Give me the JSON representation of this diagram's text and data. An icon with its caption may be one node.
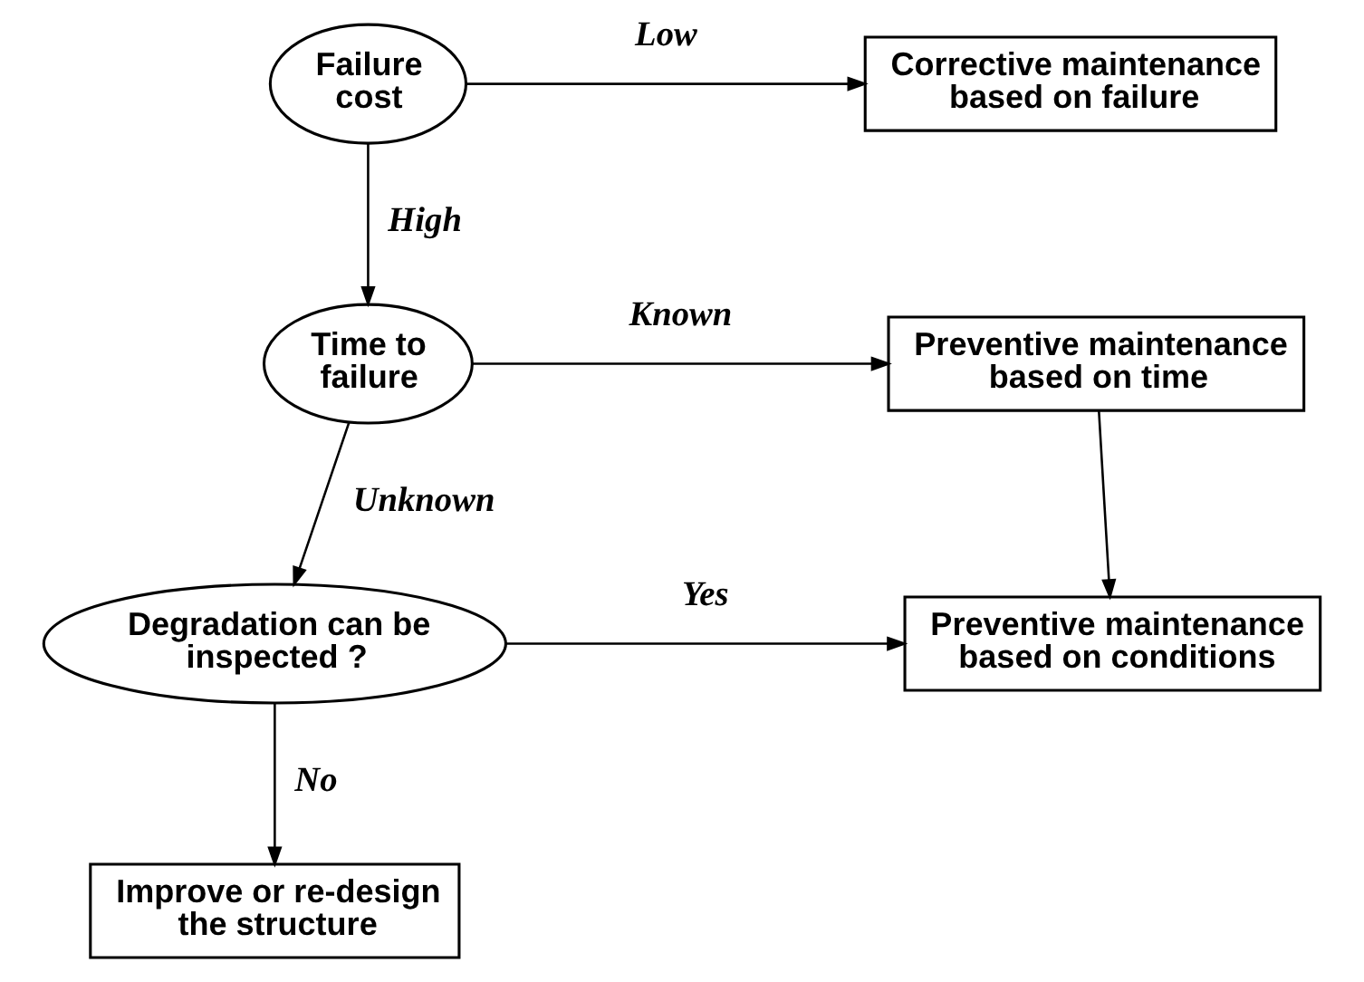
{
  "diagram": {
    "nodes": [
      {
        "text": [
          "Failure cost"
        ]
      },
      {
        "text": [
          "Corrective maintenance based on failure"
        ]
      },
      {
        "text": [
          "Time to failure"
        ]
      },
      {
        "text": [
          "Preventive maintenance based on time"
        ]
      },
      {
        "text": [
          "Degradation can be inspected ?"
        ]
      },
      {
        "text": [
          "Preventive maintenance based on conditions"
        ]
      },
      {
        "text": [
          "Improve or re-design the structure"
        ]
      }
    ],
    "edges": [
      {
        "from": 0,
        "to": 1,
        "arrow": "to",
        "label": "Low"
      },
      {
        "from": 0,
        "to": 2,
        "arrow": "to",
        "label": "High"
      },
      {
        "from": 2,
        "to": 3,
        "arrow": "to",
        "label": "Known"
      },
      {
        "from": 2,
        "to": 4,
        "arrow": "to",
        "label": "Unknown"
      },
      {
        "from": 3,
        "to": 5,
        "arrow": "to"
      },
      {
        "from": 4,
        "to": 5,
        "arrow": "to",
        "label": "Yes"
      },
      {
        "from": 4,
        "to": 6,
        "arrow": "to",
        "label": "No"
      }
    ]
  }
}
